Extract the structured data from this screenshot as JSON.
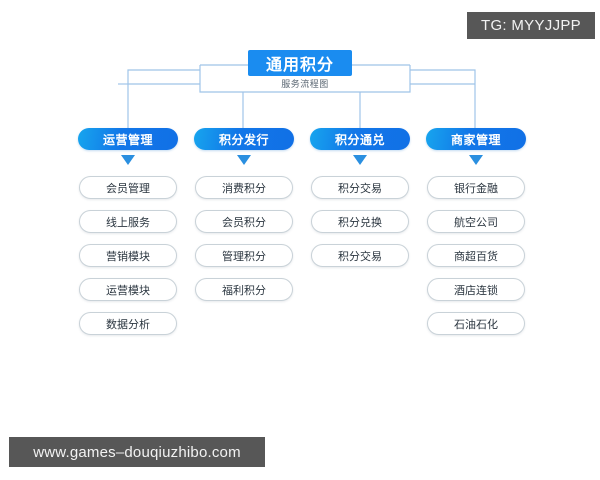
{
  "diagram": {
    "title": "通用积分",
    "subtitle": "服务流程图",
    "columns": [
      {
        "id": "operations-management",
        "label": "运营管理",
        "items": [
          "会员管理",
          "线上服务",
          "营销模块",
          "运营模块",
          "数据分析"
        ]
      },
      {
        "id": "points-issuance",
        "label": "积分发行",
        "items": [
          "消费积分",
          "会员积分",
          "管理积分",
          "福利积分"
        ]
      },
      {
        "id": "points-exchange",
        "label": "积分通兑",
        "items": [
          "积分交易",
          "积分兑换",
          "积分交易"
        ]
      },
      {
        "id": "merchant-management",
        "label": "商家管理",
        "items": [
          "银行金融",
          "航空公司",
          "商超百货",
          "酒店连锁",
          "石油石化"
        ]
      }
    ]
  },
  "watermarks": {
    "telegram": "TG: MYYJJPP",
    "website": "www.games–douqiuzhibo.com"
  },
  "colors": {
    "title_badge": "#1a8cf0",
    "category_pill_start": "#17a5ee",
    "category_pill_end": "#1170e6",
    "arrow": "#2a8fe0",
    "connector_line": "#9fc4e8",
    "item_border": "#c9d2d8",
    "item_text": "#2b3640",
    "subtitle_text": "#5a6672",
    "watermark_bg": "#575757",
    "background": "#ffffff"
  }
}
